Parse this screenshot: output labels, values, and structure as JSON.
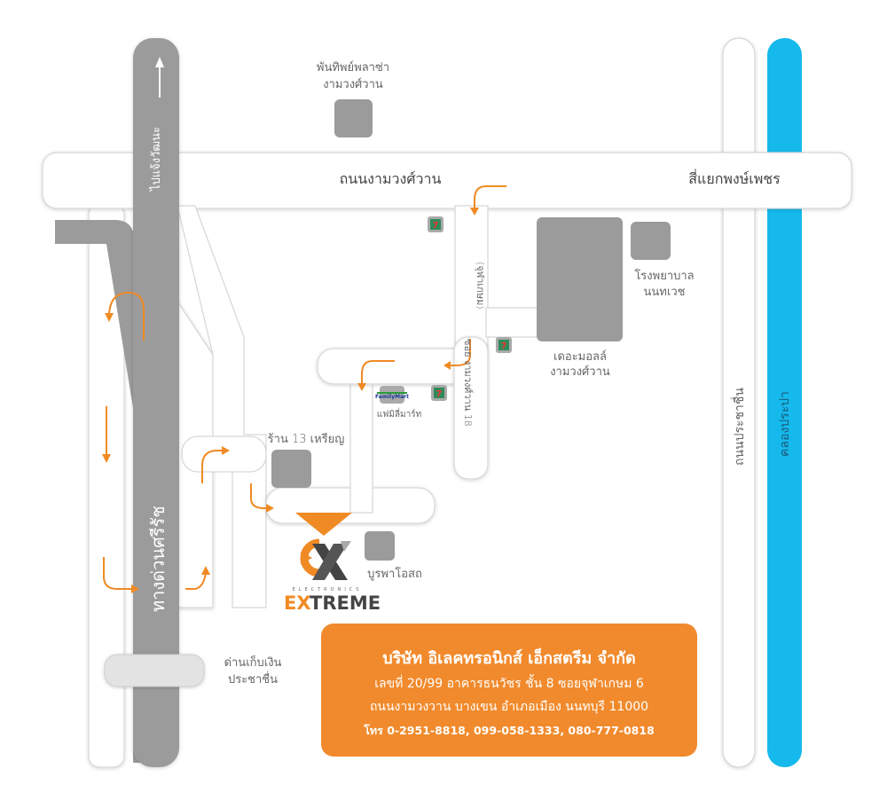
{
  "map": {
    "roads": {
      "main_road": "ถนนงามวงศ์วาน",
      "intersection": "สี่แยกพงษ์เพชร",
      "prachachuen_road": "ถนนประชาชื่น",
      "canal": "คลองประปา",
      "expressway": "ทางด่วนศรีรัช",
      "to_chaengwattana": "ไปแจ้งวัฒนะ",
      "soi": "ซอย งามวงศ์วาน 18",
      "soi_sub": "(จุฬาเกษม)"
    },
    "landmarks": {
      "plaza_line1": "พันทิพย์พลาซ่า",
      "plaza_line2": "งามวงศ์วาน",
      "mall_line1": "เดอะมอลล์",
      "mall_line2": "งามวงศ์วาน",
      "hospital_line1": "โรงพยาบาล",
      "hospital_line2": "นนทเวช",
      "familymart": "แฟมิลี่มาร์ท",
      "familymart_logo": "FamilyMart",
      "shop13": "ร้าน 13 เหรียญ",
      "burapha": "บูรพาโอสถ",
      "tollbooth_line1": "ด่านเก็บเงิน",
      "tollbooth_line2": "ประชาชื่น",
      "seven_eleven": "7"
    },
    "logo": {
      "sub": "ELECTRONICS",
      "name_ex": "EX",
      "name_rest": "TREME"
    }
  },
  "info": {
    "company": "บริษัท อิเลคทรอนิกส์ เอ็กสตรีม จำกัด",
    "address1": "เลขที่ 20/99 อาคารธนวัชร ชั้น 8 ซอยจุฬาเกษม 6",
    "address2": "ถนนงามวงวาน บางเขน อำเภอเมือง นนทบุรี 11000",
    "phone": "โทร 0-2951-8818, 099-058-1333, 080-777-0818"
  },
  "colors": {
    "accent": "#f08a24",
    "canal": "#16b9ec",
    "building": "#9b9b9b"
  }
}
